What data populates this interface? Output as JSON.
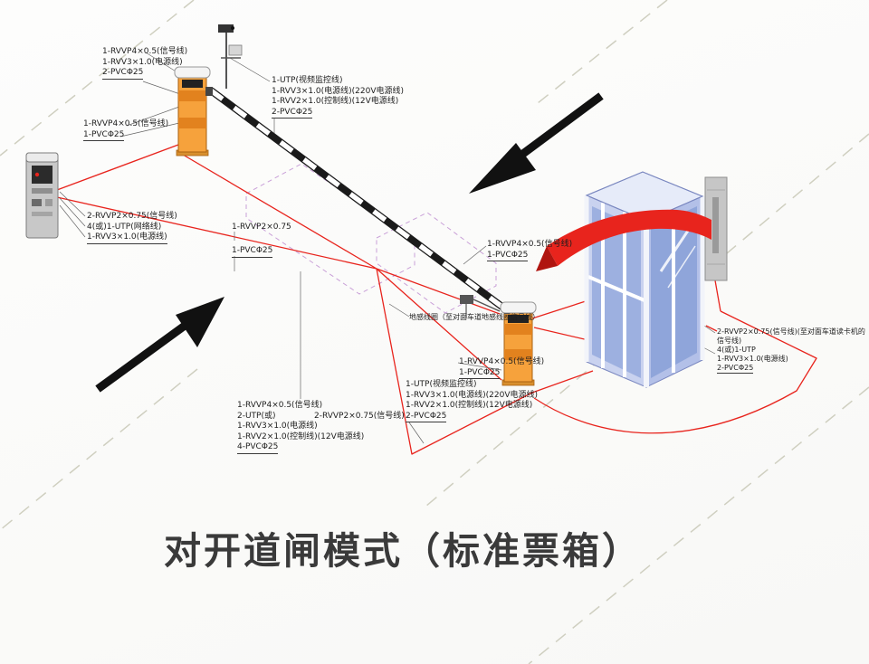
{
  "title": "对开道闸模式（标准票箱）",
  "colors": {
    "cable_red": "#e8241d",
    "gate_orange": "#f6a23c",
    "booth_blue": "#c9d2ef",
    "arm_black": "#1a1a1a"
  },
  "labels": {
    "g1": [
      "1-RVVP4×0.5(信号线)",
      "1-RVV3×1.0(电源线)",
      "2-PVCΦ25"
    ],
    "g2": [
      "1-RVVP4×0.5(信号线)",
      "1-PVCΦ25"
    ],
    "g3": [
      "2-RVVP2×0.75(信号线)",
      "4(或)1-UTP(网络线)",
      "1-RVV3×1.0(电源线)"
    ],
    "g4": [
      "1-UTP(视频监控线)",
      "1-RVV3×1.0(电源线)(220V电源线)",
      "1-RVV2×1.0(控制线)(12V电源线)",
      "2-PVCΦ25"
    ],
    "g5": [
      "1-RVVP2×0.75",
      "1-PVCΦ25"
    ],
    "g6": [
      "1-RVVP4×0.5(信号线)",
      "1-PVCΦ25"
    ],
    "g7": [
      "地感线圈（至对面车道地感线圈信号线）"
    ],
    "g8": [
      "1-RVVP4×0.5(信号线)",
      "1-PVCΦ25"
    ],
    "g9": [
      "1-UTP(视频监控线)",
      "1-RVV3×1.0(电源线)(220V电源线)",
      "1-RVV2×1.0(控制线)(12V电源线)",
      "2-PVCΦ25"
    ],
    "g10": [
      "1-RVVP4×0.5(信号线)",
      "2-UTP(或)",
      "1-RVV3×1.0(电源线)",
      "1-RVV2×1.0(控制线)(12V电源线)",
      "4-PVCΦ25"
    ],
    "g11": [
      "2-RVVP2×0.75(信号线)"
    ],
    "g12": [
      "2-RVVP2×0.75(信号线)(至对面车道读卡机的信号线)",
      "4(或)1-UTP",
      "1-RVV3×1.0(电源线)",
      "2-PVCΦ25"
    ]
  }
}
